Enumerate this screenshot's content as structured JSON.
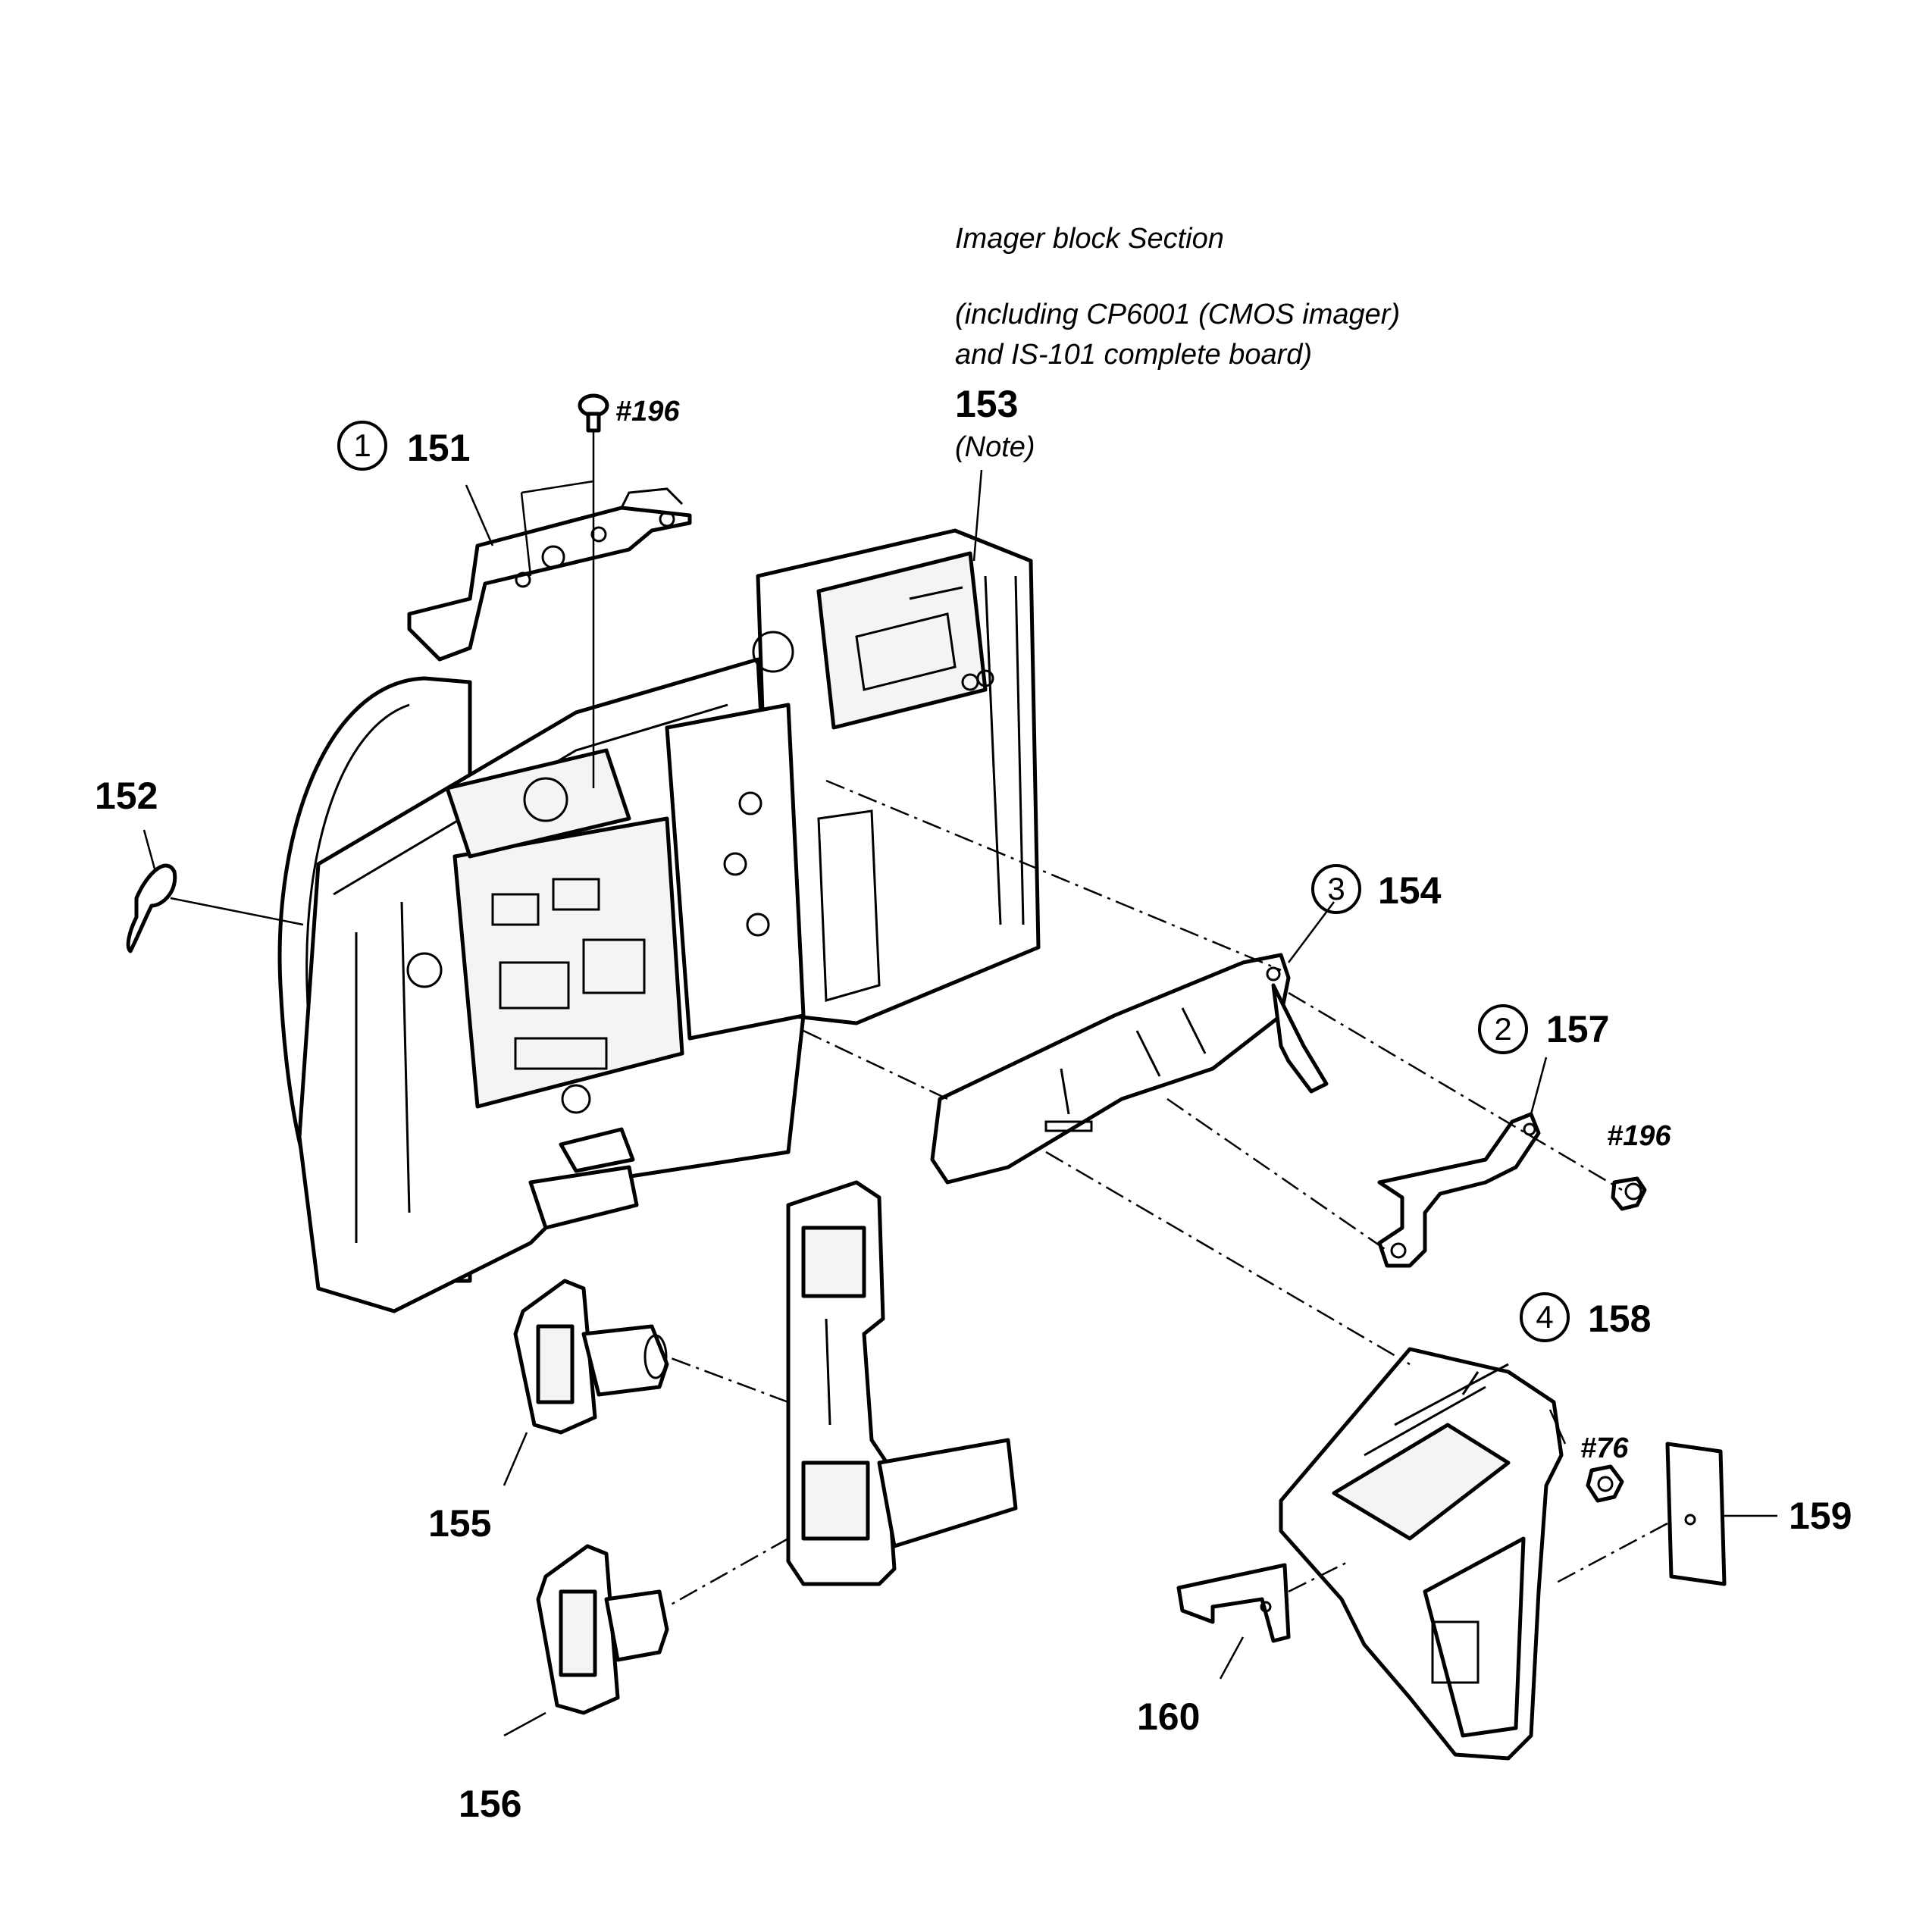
{
  "section": {
    "title": "Imager block Section",
    "description_line1": "(including CP6001 (CMOS imager)",
    "description_line2": "and IS-101 complete board)",
    "ref_number": "153",
    "ref_note": "(Note)"
  },
  "parts": {
    "p151": "151",
    "p152": "152",
    "p154": "154",
    "p155": "155",
    "p156": "156",
    "p157": "157",
    "p158": "158",
    "p159": "159",
    "p160": "160"
  },
  "markers": {
    "m1": "1",
    "m2": "2",
    "m3": "3",
    "m4": "4"
  },
  "screws": {
    "s196_top": "#196",
    "s196_right": "#196",
    "s76": "#76"
  }
}
